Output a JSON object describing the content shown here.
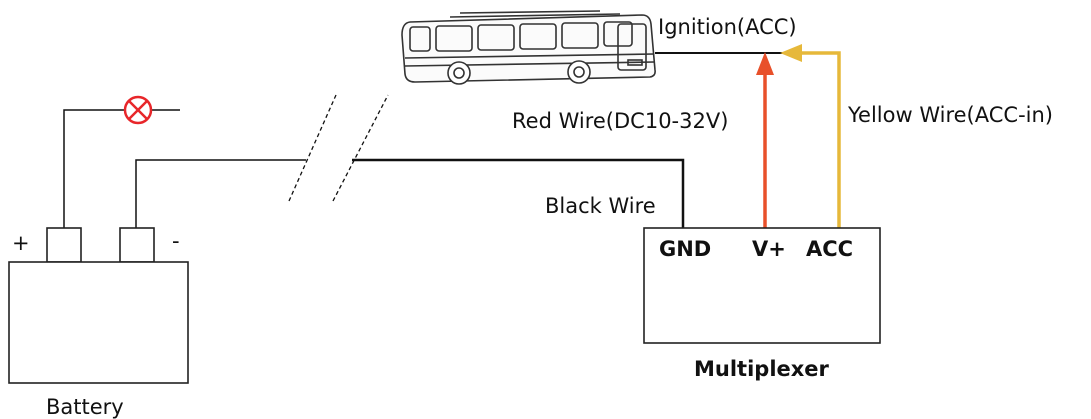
{
  "labels": {
    "ignition": "Ignition(ACC)",
    "red_wire": "Red Wire(DC10-32V)",
    "yellow_wire": "Yellow Wire(ACC-in)",
    "black_wire": "Black Wire",
    "battery": "Battery",
    "plus": "+",
    "minus": "-",
    "multiplexer": "Multiplexer",
    "gnd": "GND",
    "vplus": "V+",
    "acc": "ACC"
  },
  "colors": {
    "red_wire": "#e8502a",
    "yellow_wire": "#e6b83a",
    "black_wire": "#111111",
    "fuse": "#e8262a",
    "outline": "#222222"
  },
  "icons": {
    "bus": "bus-icon",
    "fuse": "fuse-icon",
    "wire_break": "wire-break-icon"
  }
}
